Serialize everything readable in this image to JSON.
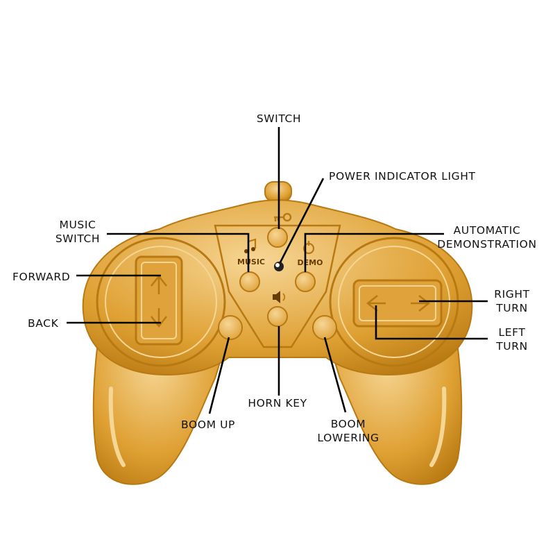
{
  "colors": {
    "body": "#dfa033",
    "body_shadow": "#b87912",
    "body_highlight": "#f6d695",
    "button": "#e0a33c",
    "label_text": "#111111",
    "leader_line": "#000000"
  },
  "button_marks": {
    "music": "MUSIC",
    "demo": "DEMO",
    "switch_icon": "key-icon",
    "music_icon": "music-note-icon",
    "demo_icon": "power-cycle-icon",
    "horn_icon": "speaker-icon"
  },
  "labels": {
    "switch": "SWITCH",
    "power_indicator_light": "POWER INDICATOR LIGHT",
    "music_switch": [
      "MUSIC",
      "SWITCH"
    ],
    "automatic_demonstration": [
      "AUTOMATIC",
      "DEMONSTRATION"
    ],
    "forward": "FORWARD",
    "back": "BACK",
    "right_turn": [
      "RIGHT",
      "TURN"
    ],
    "left_turn": [
      "LEFT",
      "TURN"
    ],
    "horn_key": "HORN KEY",
    "boom_up": "BOOM UP",
    "boom_lowering": [
      "BOOM",
      "LOWERING"
    ]
  }
}
